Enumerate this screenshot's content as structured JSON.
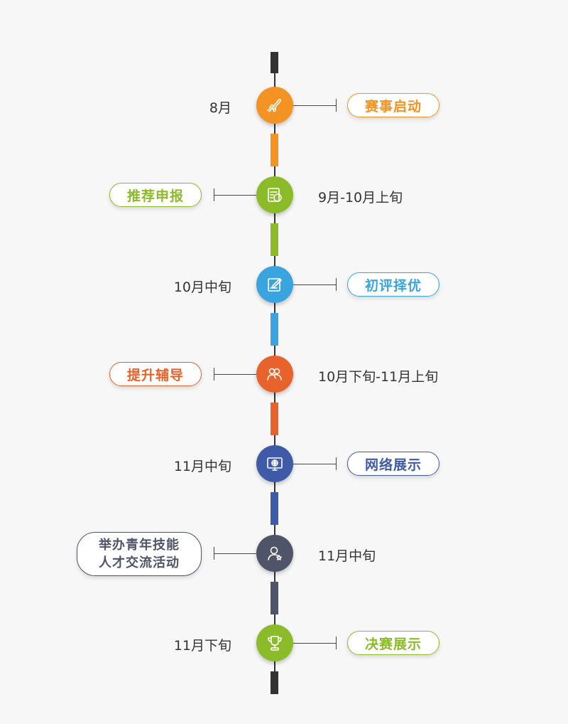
{
  "colors": {
    "line": "#333333",
    "orange": "#f39324",
    "green": "#8cbb2a",
    "blue": "#3aa4de",
    "red_orange": "#e8622b",
    "navy": "#3f5aa6",
    "slate": "#4f5468",
    "lime": "#8cbb2a"
  },
  "steps": [
    {
      "date": "8月",
      "label": "赛事启动",
      "icon": "rocket-icon",
      "side": "right"
    },
    {
      "date": "9月-10月上旬",
      "label": "推荐申报",
      "icon": "document-icon",
      "side": "left"
    },
    {
      "date": "10月中旬",
      "label": "初评择优",
      "icon": "edit-icon",
      "side": "right"
    },
    {
      "date": "10月下旬-11月上旬",
      "label": "提升辅导",
      "icon": "group-icon",
      "side": "left"
    },
    {
      "date": "11月中旬",
      "label": "网络展示",
      "icon": "monitor-globe-icon",
      "side": "right"
    },
    {
      "date": "11月中旬",
      "label": [
        "举办青年技能",
        "人才交流活动"
      ],
      "icon": "user-star-icon",
      "side": "left"
    },
    {
      "date": "11月下旬",
      "label": "决赛展示",
      "icon": "trophy-icon",
      "side": "right"
    }
  ]
}
